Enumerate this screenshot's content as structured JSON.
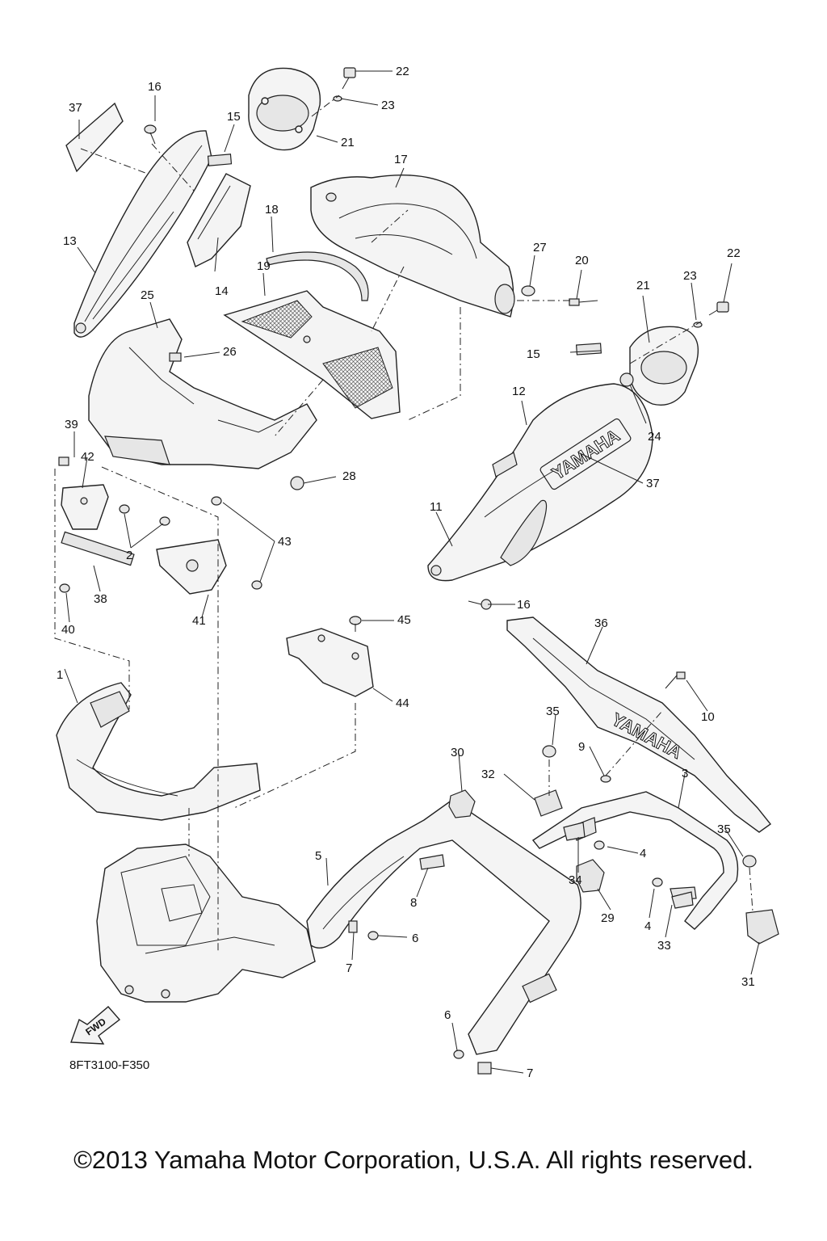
{
  "diagram": {
    "callouts": {
      "n1": "1",
      "n2": "2",
      "n3": "3",
      "n4a": "4",
      "n4b": "4",
      "n5": "5",
      "n6a": "6",
      "n6b": "6",
      "n7a": "7",
      "n7b": "7",
      "n8": "8",
      "n9": "9",
      "n10": "10",
      "n11": "11",
      "n12": "12",
      "n13": "13",
      "n14": "14",
      "n15a": "15",
      "n15b": "15",
      "n16a": "16",
      "n16b": "16",
      "n17": "17",
      "n18": "18",
      "n19": "19",
      "n20": "20",
      "n21a": "21",
      "n21b": "21",
      "n22a": "22",
      "n22b": "22",
      "n23a": "23",
      "n23b": "23",
      "n24": "24",
      "n25": "25",
      "n26": "26",
      "n27": "27",
      "n28": "28",
      "n29": "29",
      "n30": "30",
      "n31": "31",
      "n32": "32",
      "n33": "33",
      "n34": "34",
      "n35a": "35",
      "n35b": "35",
      "n36": "36",
      "n37a": "37",
      "n37b": "37",
      "n38": "38",
      "n39": "39",
      "n40": "40",
      "n41": "41",
      "n42": "42",
      "n43": "43",
      "n44": "44",
      "n45": "45"
    },
    "fwd_label": "FWD",
    "muffler_brand": "YAMAHA",
    "guard_brand": "YAMAHA",
    "diagram_code": "8FT3100-F350"
  },
  "footer": {
    "copyright": "©2013 Yamaha Motor Corporation, U.S.A. All rights reserved."
  },
  "colors": {
    "line": "#222222",
    "fill": "#f4f4f4",
    "background": "#ffffff"
  }
}
